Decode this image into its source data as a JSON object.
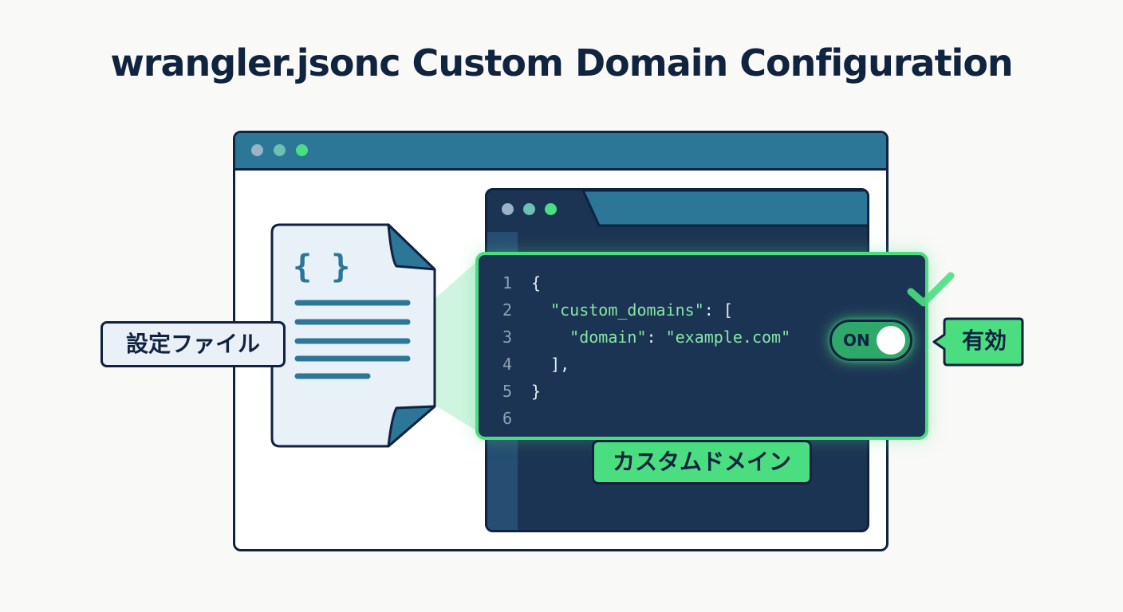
{
  "title": "wrangler.jsonc Custom Domain Configuration",
  "labels": {
    "settings_file": "設定ファイル",
    "enabled": "有効",
    "custom_domain": "カスタムドメイン"
  },
  "toggle": {
    "label": "ON",
    "state": "on"
  },
  "document_icon": {
    "glyph": "{ }"
  },
  "code_lines": [
    {
      "number": "1",
      "parts": [
        {
          "t": "{",
          "k": "pn"
        }
      ]
    },
    {
      "number": "2",
      "parts": [
        {
          "t": "  ",
          "k": "pn"
        },
        {
          "t": "\"custom_domains\"",
          "k": "str"
        },
        {
          "t": ": [",
          "k": "pn"
        }
      ]
    },
    {
      "number": "3",
      "parts": [
        {
          "t": "    ",
          "k": "pn"
        },
        {
          "t": "\"domain\"",
          "k": "str"
        },
        {
          "t": ": ",
          "k": "pn"
        },
        {
          "t": "\"example.com\"",
          "k": "str"
        }
      ]
    },
    {
      "number": "4",
      "parts": [
        {
          "t": "  ],",
          "k": "pn"
        }
      ]
    },
    {
      "number": "5",
      "parts": [
        {
          "t": "}",
          "k": "pn"
        }
      ]
    },
    {
      "number": "6",
      "parts": []
    }
  ],
  "icons": {
    "window_dots": [
      "#9ab3c6",
      "#6ec0b3",
      "#4ade80"
    ],
    "check": "check-icon",
    "document": "json-document-icon"
  },
  "colors": {
    "accent_green": "#4ade80",
    "window_blue": "#2c7697",
    "editor_bg": "#1c3453",
    "outline": "#102240",
    "text": "#10233f"
  }
}
